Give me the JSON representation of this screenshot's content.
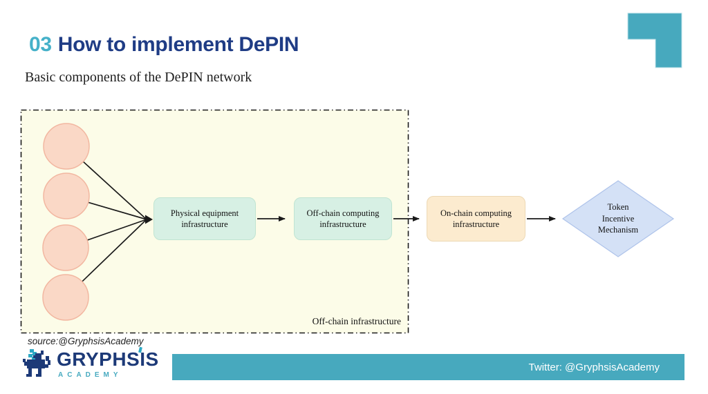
{
  "slide": {
    "section_number": "03",
    "title": "How to implement DePIN",
    "subtitle": "Basic components of the DePIN network",
    "source_note": "source:@GryphsisAcademy"
  },
  "diagram": {
    "offchain_container_label": "Off-chain infrastructure",
    "device_circles_count": 4,
    "nodes": {
      "physical": "Physical equipment infrastructure",
      "offchain_computing": "Off-chain computing infrastructure",
      "onchain_computing": "On-chain computing infrastructure",
      "token_incentive_lines": [
        "Token",
        "Incentive",
        "Mechanism"
      ]
    },
    "flow": [
      "device circles",
      "Physical equipment infrastructure",
      "Off-chain computing infrastructure",
      "On-chain computing infrastructure",
      "Token Incentive Mechanism"
    ]
  },
  "footer": {
    "logo_wordmark": "GRYPHSIS",
    "logo_subtext": "ACADEMY",
    "twitter_label": "Twitter: @GryphsisAcademy"
  },
  "colors": {
    "accent_teal": "#47a9be",
    "title_navy": "#1f3c85",
    "section_number_teal": "#45b1c9",
    "container_fill": "#fcfce8",
    "circle_fill": "#fad8c6",
    "circle_border": "#f2b7a1",
    "mint_fill": "#d7f0e4",
    "orange_fill": "#fcebcf",
    "diamond_fill": "#d4e1f6",
    "diamond_border": "#aec3ea",
    "logo_navy": "#1d3a78"
  }
}
